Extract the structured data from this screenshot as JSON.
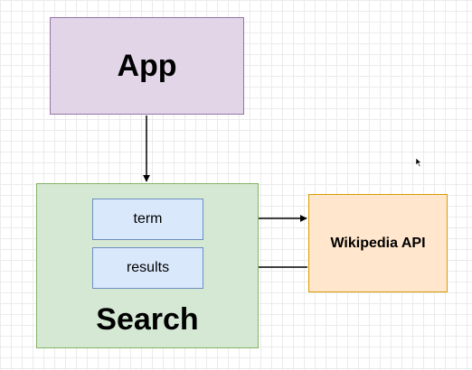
{
  "diagram": {
    "nodes": {
      "app": {
        "label": "App",
        "fill": "#e1d5e7",
        "stroke": "#9673a6"
      },
      "search": {
        "label": "Search",
        "fill": "#d5e8d4",
        "stroke": "#82b366",
        "fields": {
          "term": {
            "label": "term"
          },
          "results": {
            "label": "results"
          }
        },
        "field_fill": "#dae8fc",
        "field_stroke": "#6c8ebf"
      },
      "wikipedia_api": {
        "label": "Wikipedia API",
        "fill": "#ffe6cc",
        "stroke": "#d79b00"
      }
    },
    "edges": [
      {
        "from": "App",
        "to": "Search"
      },
      {
        "from": "term",
        "to": "Wikipedia API"
      },
      {
        "from": "Wikipedia API",
        "to": "results"
      }
    ]
  }
}
